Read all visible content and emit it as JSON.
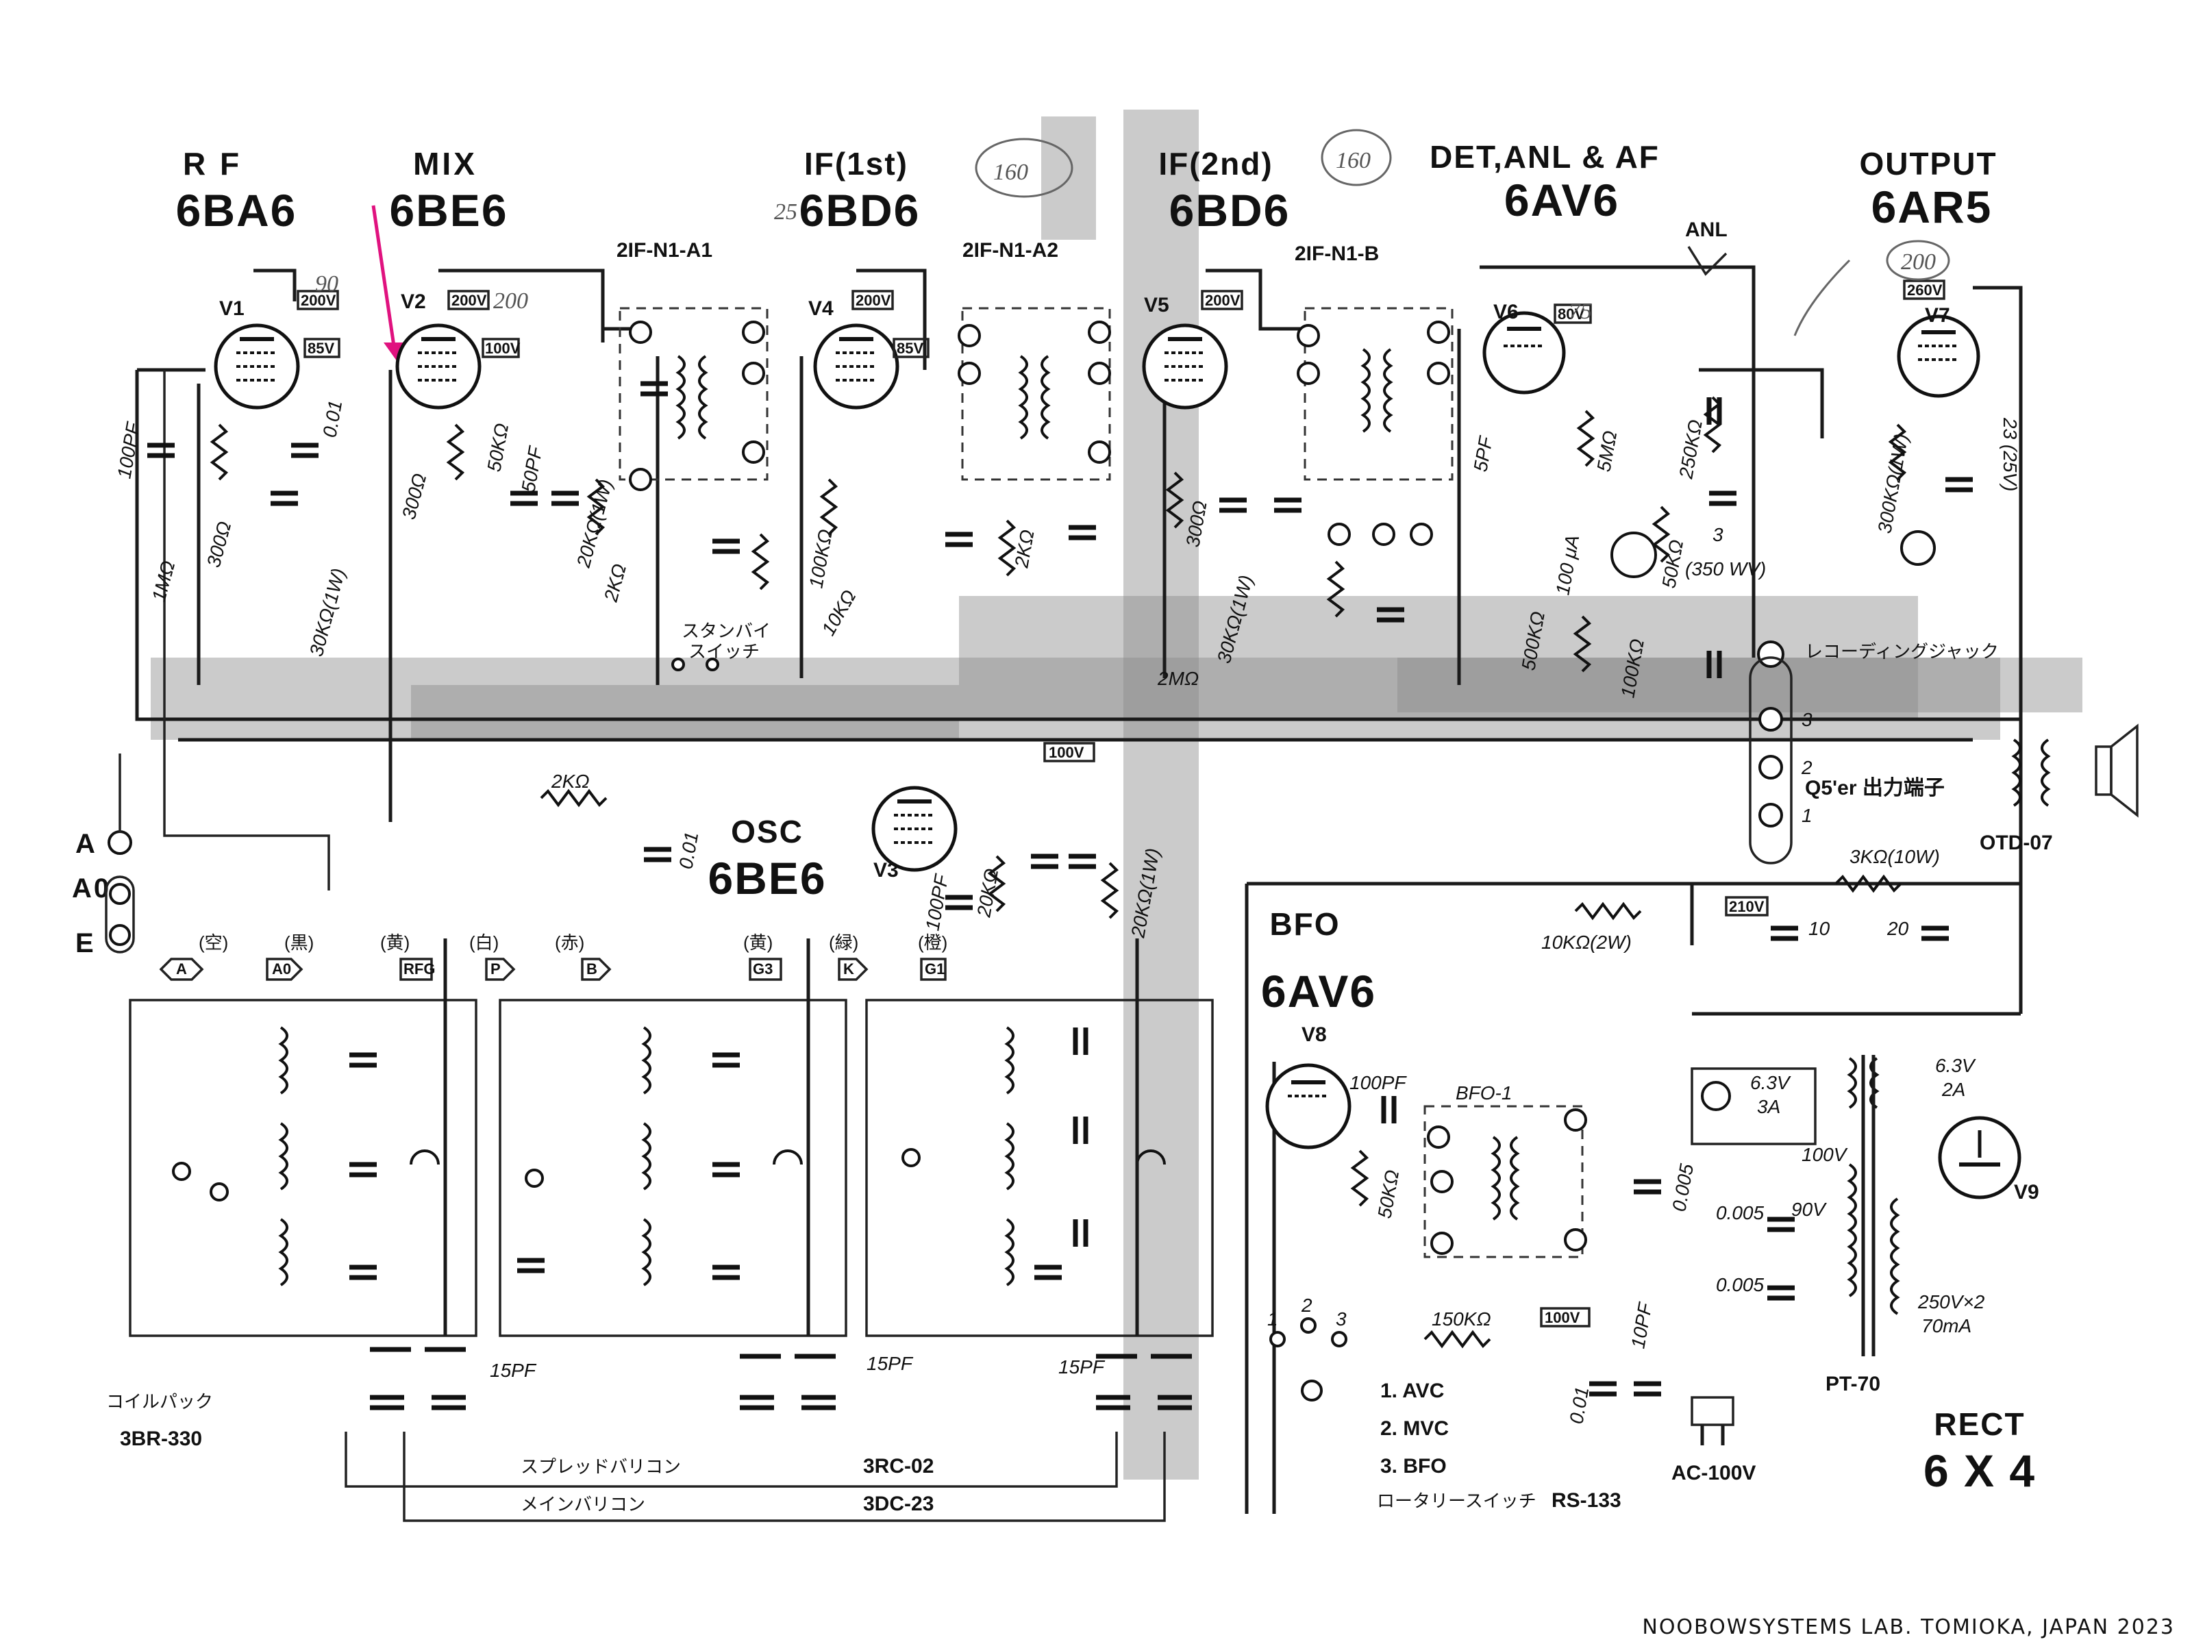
{
  "stages": {
    "rf": {
      "name": "R F",
      "tube": "6BA6",
      "ref": "V1",
      "volt": "200V",
      "volt2": "85V"
    },
    "mix": {
      "name": "MIX",
      "tube": "6BE6",
      "ref": "V2",
      "volt": "200V",
      "volt2": "100V"
    },
    "if1": {
      "name": "IF(1st)",
      "tube": "6BD6",
      "ref": "V4",
      "volt": "200V",
      "volt2": "85V"
    },
    "if2": {
      "name": "IF(2nd)",
      "tube": "6BD6",
      "ref": "V5",
      "volt": "200V"
    },
    "det": {
      "name": "DET,ANL & AF",
      "tube": "6AV6",
      "ref": "V6",
      "volt": "80V"
    },
    "out": {
      "name": "OUTPUT",
      "tube": "6AR5",
      "ref": "V7",
      "volt": "260V"
    },
    "osc": {
      "name": "OSC",
      "tube": "6BE6",
      "ref": "V3",
      "volt": "100V"
    },
    "bfo": {
      "name": "BFO",
      "tube": "6AV6",
      "ref": "V8"
    },
    "rect": {
      "name": "RECT",
      "tube": "6 X 4",
      "ref": "V9"
    }
  },
  "transformers": {
    "ifa1": "2IF-N1-A1",
    "ifa2": "2IF-N1-A2",
    "ifb": "2IF-N1-B",
    "bfo_coil": "BFO-1",
    "output": "OTD-07",
    "power": "PT-70"
  },
  "labels": {
    "anl": "ANL",
    "standby": "スタンバイ",
    "standby2": "スイッチ",
    "rec_jack": "レコーディングジャック",
    "q5er": "Q5'er 出力端子",
    "coilpack": "コイルパック",
    "coilpack_model": "3BR-330",
    "spread_varicon": "スプレッドバリコン",
    "main_varicon": "メインバリコン",
    "varicon_model1": "3RC-02",
    "varicon_model2": "3DC-23",
    "ac": "AC-100V",
    "rotary": "ロータリースイッチ",
    "rotary_model": "RS-133",
    "mode1": "1. AVC",
    "mode2": "2. MVC",
    "mode3": "3. BFO",
    "ant_a": "A",
    "ant_a0": "A0",
    "ant_e": "E",
    "credit": "NOOBOWSYSTEMS LAB. TOMIOKA, JAPAN 2023"
  },
  "coil_tags": [
    "A",
    "A0",
    "RFG",
    "P",
    "B",
    "G3",
    "K",
    "G1"
  ],
  "coil_colors": [
    "(空)",
    "(黒)",
    "(黄)",
    "(白)",
    "(赤)",
    "(黄)",
    "(緑)",
    "(橙)"
  ],
  "values": {
    "r_1m": "1MΩ",
    "r_300a": "300Ω",
    "r_30k_1w": "30KΩ(1W)",
    "c_100pf": "100PF",
    "c_001a": "0.01",
    "r_300b": "300Ω",
    "r_20k_1w": "20KΩ(1W)",
    "r_50k": "50KΩ",
    "c_50pf": "50PF",
    "r_2k": "2KΩ",
    "r_100k": "100KΩ",
    "r_10k": "10KΩ",
    "r_2k_b": "2KΩ",
    "r_300c": "300Ω",
    "r_30k_1w_b": "30KΩ(1W)",
    "r_2m": "2MΩ",
    "c_5pf": "5PF",
    "r_5m": "5MΩ",
    "r_250k": "250KΩ",
    "r_50k_b": "50KΩ",
    "ua_100": "100 μA",
    "r_500k": "500KΩ",
    "r_100k_b": "100KΩ",
    "c_3_350": "3",
    "wv_350": "(350 WV)",
    "r_300k_1w": "300KΩ(1W)",
    "c_23": "23 (25V)",
    "r_3k_10w": "3KΩ(10W)",
    "v_210": "210V",
    "c_10": "10",
    "c_20": "20",
    "r_10k_2w": "10KΩ(2W)",
    "r_2k_osc": "2KΩ",
    "c_osc_001": "0.01",
    "r_20k": "20KΩ",
    "c_100pf_osc": "100PF",
    "r_20k_1w_osc": "20KΩ(1W)",
    "c_15pf": "15PF",
    "c_100pf_bfo": "100PF",
    "r_50k_bfo": "50KΩ",
    "c_0005": "0.005",
    "r_150k": "150KΩ",
    "v_100": "100V",
    "c_10pf": "10PF",
    "c_001_bfo": "0.01",
    "heater": "6.3V",
    "heater_a": "3A",
    "heater2": "6.3V",
    "heater2_a": "2A",
    "pt_100v": "100V",
    "pt_90v": "90V",
    "pt_250": "250V×2",
    "pt_70ma": "70mA",
    "c_0005_pt": "0.005",
    "c_0005_pt2": "0.005"
  },
  "pencil_notes": [
    "160",
    "160",
    "200",
    "90",
    "75",
    "25",
    "200"
  ],
  "colors": {
    "ink": "#111111",
    "shading": "#8c8c8c",
    "annotation_arrow": "#e0127f",
    "paper": "#ffffff"
  }
}
